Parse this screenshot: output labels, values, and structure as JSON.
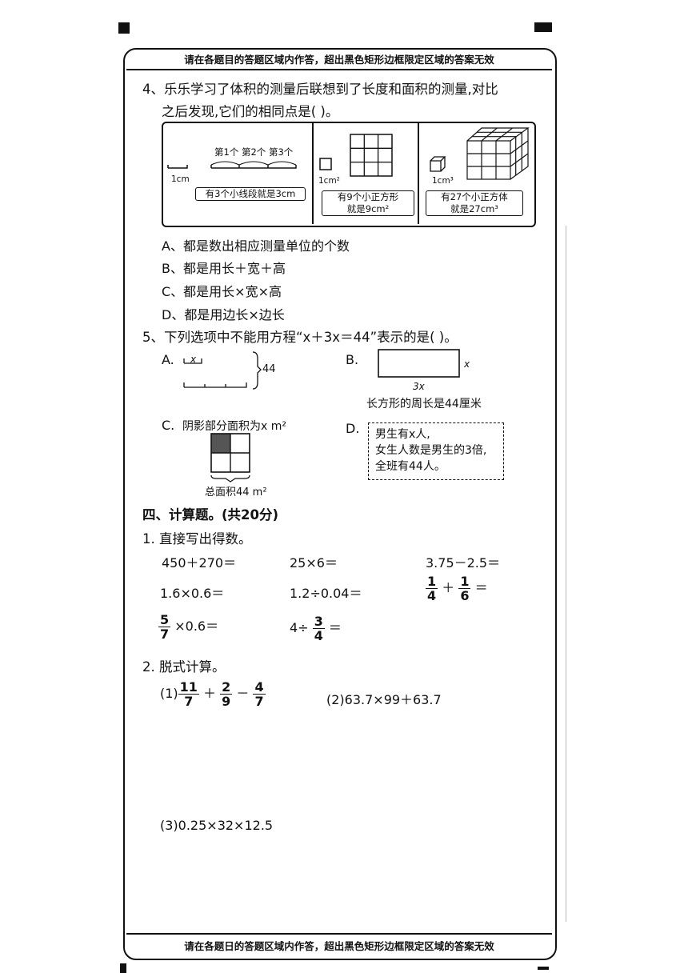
{
  "warning": {
    "top": "请在各题目的答题区域内作答，超出黑色矩形边框限定区域的答案无效",
    "bottom": "请在各题日的答题区域内作答，超出黑色矩形边框限定区域的答案无效"
  },
  "q4": {
    "stem_line1": "4、乐乐学习了体积的测量后联想到了长度和面积的测量,对比",
    "stem_line2": "之后发现,它们的相同点是(      )。",
    "panel1": {
      "unit": "1cm",
      "seg_labels": "第1个 第2个 第3个",
      "caption": "有3个小线段就是3cm"
    },
    "panel2": {
      "unit": "1cm²",
      "caption_line1": "有9个小正方形",
      "caption_line2": "就是9cm²"
    },
    "panel3": {
      "unit": "1cm³",
      "caption_line1": "有27个小正方体",
      "caption_line2": "就是27cm³"
    },
    "options": [
      "A、都是数出相应测量单位的个数",
      "B、都是用长＋宽＋高",
      "C、都是用长×宽×高",
      "D、都是用边长×边长"
    ]
  },
  "q5": {
    "stem": "5、下列选项中不能用方程“x＋3x＝44”表示的是(       )。",
    "A": {
      "label": "A.",
      "x": "x",
      "total": "44"
    },
    "B": {
      "label": "B.",
      "side": "x",
      "bottom": "3x",
      "caption": "长方形的周长是44厘米"
    },
    "C": {
      "label": "C.",
      "text": "阴影部分面积为x m²",
      "caption": "总面积44 m²"
    },
    "D": {
      "label": "D.",
      "line1": "男生有x人,",
      "line2": "女生人数是男生的3倍,",
      "line3": "全班有44人。"
    }
  },
  "section4": {
    "heading": "四、计算题。(共20分)",
    "q1_title": "1. 直接写出得数。",
    "row1": [
      "450＋270＝",
      "25×6＝",
      "3.75－2.5＝"
    ],
    "row2": [
      "1.6×0.6＝",
      "1.2÷0.04＝"
    ],
    "f_1_4": {
      "n": "1",
      "d": "4"
    },
    "f_1_6": {
      "n": "1",
      "d": "6"
    },
    "plus": "＋",
    "eq": "＝",
    "f_5_7": {
      "n": "5",
      "d": "7"
    },
    "times06": "×0.6＝",
    "four_div": "4÷",
    "f_3_4": {
      "n": "3",
      "d": "4"
    },
    "q2_title": "2. 脱式计算。",
    "p1_label": "(1)",
    "f_11_7": {
      "n": "11",
      "d": "7"
    },
    "f_2_9": {
      "n": "2",
      "d": "9"
    },
    "minus": "－",
    "f_4_7": {
      "n": "4",
      "d": "7"
    },
    "p2": "(2)63.7×99＋63.7",
    "p3": "(3)0.25×32×12.5"
  }
}
